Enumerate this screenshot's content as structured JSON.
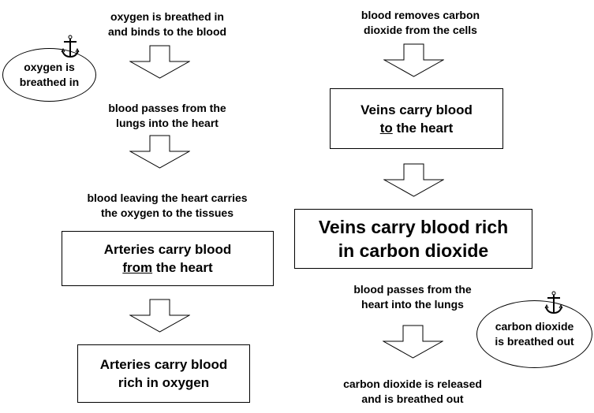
{
  "left": {
    "step1": [
      "oxygen is breathed in",
      "and binds to the blood"
    ],
    "step2": [
      "blood passes from the",
      "lungs into the heart"
    ],
    "step3": [
      "blood leaving the heart carries",
      "the oxygen to the tissues"
    ],
    "box1": {
      "line1": "Arteries carry blood",
      "underlined": "from",
      "rest": " the heart"
    },
    "box2": [
      "Arteries carry blood",
      "rich in oxygen"
    ],
    "bubble": [
      "oxygen is",
      "breathed in"
    ]
  },
  "right": {
    "step1": [
      "blood removes carbon",
      "dioxide from the cells"
    ],
    "box1": {
      "line1": "Veins carry blood",
      "underlined": "to",
      "rest": " the heart"
    },
    "box2": [
      "Veins carry blood rich",
      "in carbon dioxide"
    ],
    "step2": [
      "blood passes from the",
      "heart into the lungs"
    ],
    "step3": [
      "carbon dioxide is released",
      "and is breathed out"
    ],
    "bubble": [
      "carbon dioxide",
      "is breathed out"
    ]
  }
}
